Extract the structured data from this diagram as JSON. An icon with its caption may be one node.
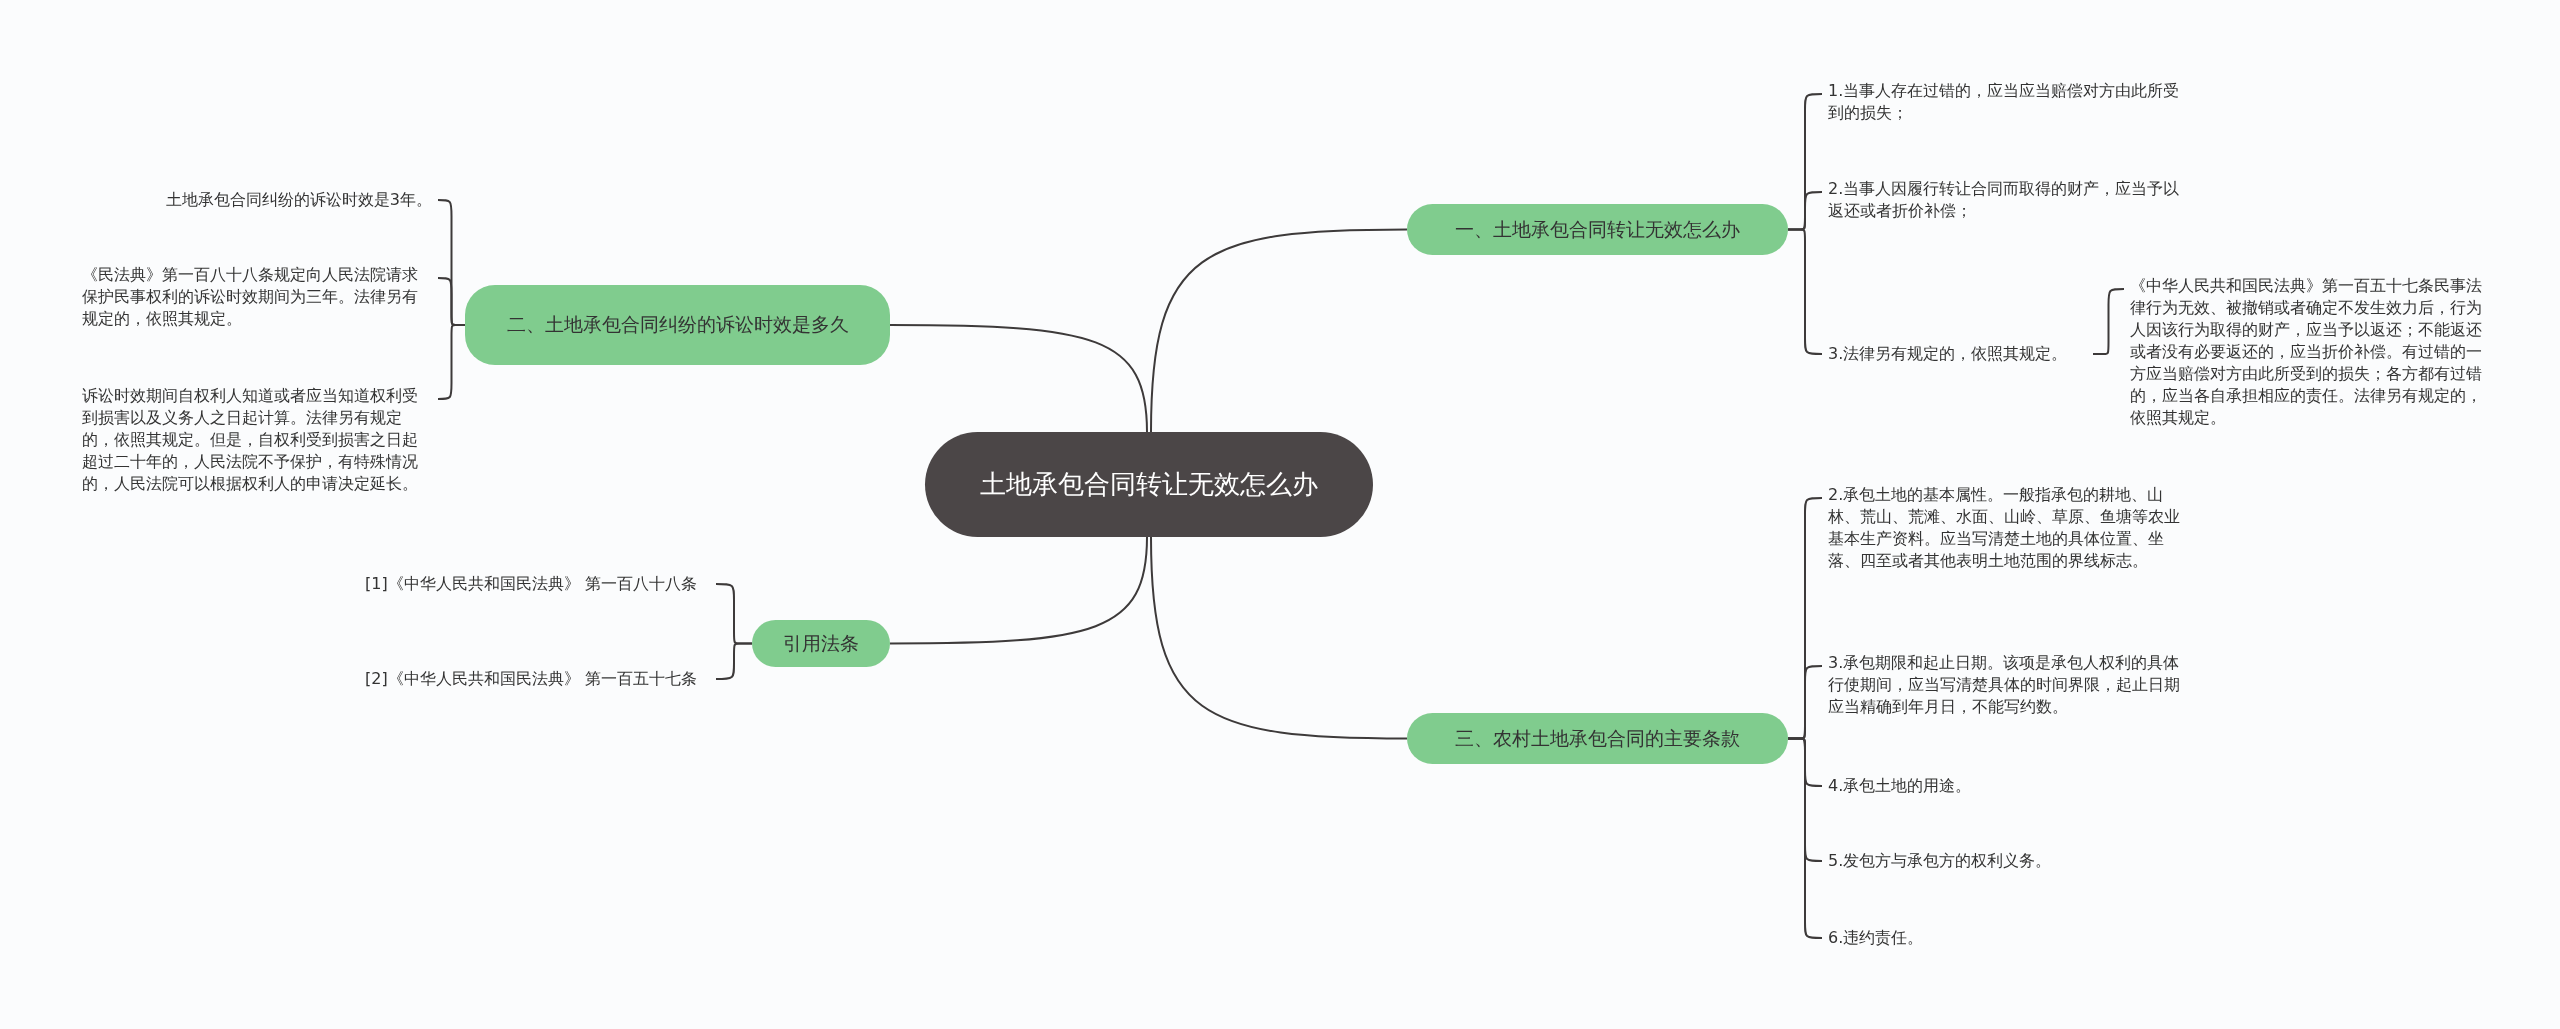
{
  "diagram": {
    "nodes": [
      {
        "text": [
          "土地承包合同转让无效怎么办"
        ]
      },
      {
        "text": [
          "一、土地承包合同转让无效怎么办"
        ]
      },
      {
        "text": [
          "1.当事人存在过错的，应当应当赔偿对方由此所受到的损失；"
        ]
      },
      {
        "text": [
          "2.当事人因履行转让合同而取得的财产，应当予以返还或者折价补偿；"
        ]
      },
      {
        "text": [
          "3.法律另有规定的，依照其规定。"
        ]
      },
      {
        "text": [
          "《中华人民共和国民法典》第一百五十七条民事法律行为无效、被撤销或者确定不发生效力后，行为人因该行为取得的财产，应当予以返还；不能返还或者没有必要返还的，应当折价补偿。有过错的一方应当赔偿对方由此所受到的损失；各方都有过错的，应当各自承担相应的责任。法律另有规定的，依照其规定。"
        ]
      },
      {
        "text": [
          "二、土地承包合同纠纷的诉讼时效是多久"
        ]
      },
      {
        "text": [
          "土地承包合同纠纷的诉讼时效是3年。"
        ]
      },
      {
        "text": [
          "《民法典》第一百八十八条规定向人民法院请求保护民事权利的诉讼时效期间为三年。法律另有规定的，依照其规定。"
        ]
      },
      {
        "text": [
          "诉讼时效期间自权利人知道或者应当知道权利受到损害以及义务人之日起计算。法律另有规定的，依照其规定。但是，自权利受到损害之日起超过二十年的，人民法院不予保护，有特殊情况的，人民法院可以根据权利人的申请决定延长。"
        ]
      },
      {
        "text": [
          "引用法条"
        ]
      },
      {
        "text": [
          "[1]《中华人民共和国民法典》 第一百八十八条"
        ]
      },
      {
        "text": [
          "[2]《中华人民共和国民法典》 第一百五十七条"
        ]
      },
      {
        "text": [
          "三、农村土地承包合同的主要条款"
        ]
      },
      {
        "text": [
          "2.承包土地的基本属性。一般指承包的耕地、山林、荒山、荒滩、水面、山岭、草原、鱼塘等农业基本生产资料。应当写清楚土地的具体位置、坐落、四至或者其他表明土地范围的界线标志。"
        ]
      },
      {
        "text": [
          "3.承包期限和起止日期。该项是承包人权利的具体行使期间，应当写清楚具体的时间界限，起止日期应当精确到年月日，不能写约数。"
        ]
      },
      {
        "text": [
          "4.承包土地的用途。"
        ]
      },
      {
        "text": [
          "5.发包方与承包方的权利义务。"
        ]
      },
      {
        "text": [
          "6.违约责任。"
        ]
      }
    ],
    "edges": [
      {
        "from": 0,
        "to": 1,
        "arrow": "none"
      },
      {
        "from": 1,
        "to": 2,
        "arrow": "none"
      },
      {
        "from": 1,
        "to": 3,
        "arrow": "none"
      },
      {
        "from": 1,
        "to": 4,
        "arrow": "none"
      },
      {
        "from": 4,
        "to": 5,
        "arrow": "none"
      },
      {
        "from": 0,
        "to": 6,
        "arrow": "none"
      },
      {
        "from": 6,
        "to": 7,
        "arrow": "none"
      },
      {
        "from": 6,
        "to": 8,
        "arrow": "none"
      },
      {
        "from": 6,
        "to": 9,
        "arrow": "none"
      },
      {
        "from": 0,
        "to": 10,
        "arrow": "none"
      },
      {
        "from": 10,
        "to": 11,
        "arrow": "none"
      },
      {
        "from": 10,
        "to": 12,
        "arrow": "none"
      },
      {
        "from": 0,
        "to": 13,
        "arrow": "none"
      },
      {
        "from": 13,
        "to": 14,
        "arrow": "none"
      },
      {
        "from": 13,
        "to": 15,
        "arrow": "none"
      },
      {
        "from": 13,
        "to": 16,
        "arrow": "none"
      },
      {
        "from": 13,
        "to": 17,
        "arrow": "none"
      },
      {
        "from": 13,
        "to": 18,
        "arrow": "none"
      }
    ]
  }
}
